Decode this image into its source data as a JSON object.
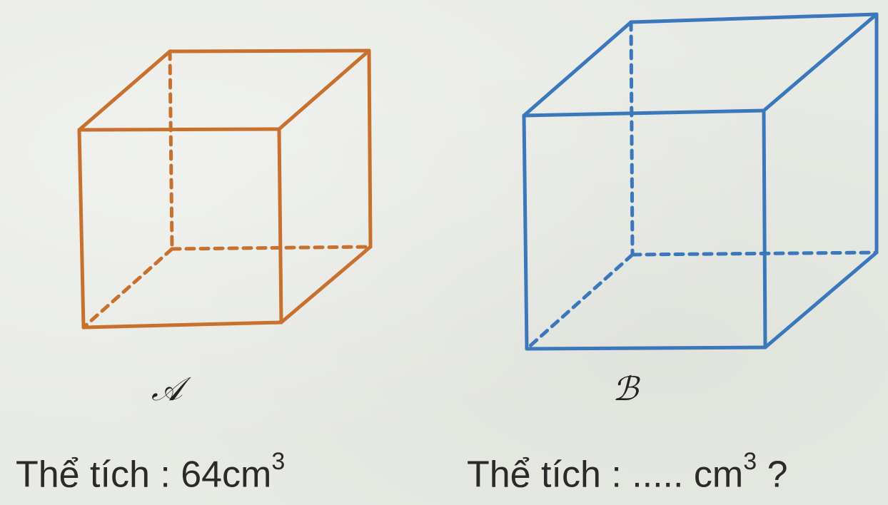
{
  "cubes": [
    {
      "label": "𝒜",
      "color": "#c8702e",
      "caption": {
        "prefix": "Thể tích : 64cm",
        "exponent": "3",
        "suffix": ""
      }
    },
    {
      "label": "ℬ",
      "color": "#3b78bb",
      "caption": {
        "prefix": "Thể tích : ..... cm",
        "exponent": "3",
        "suffix": " ?"
      }
    }
  ]
}
